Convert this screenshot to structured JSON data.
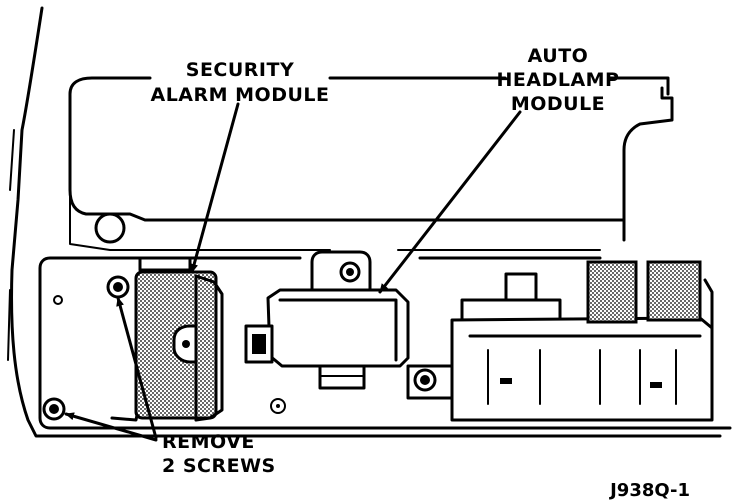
{
  "labels": {
    "security_line1": "SECURITY",
    "security_line2": "ALARM MODULE",
    "auto_line1": "AUTO",
    "auto_line2": "HEADLAMP",
    "auto_line3": "MODULE",
    "remove_line1": "REMOVE",
    "remove_line2": "2 SCREWS",
    "figure_id": "J938Q-1"
  }
}
